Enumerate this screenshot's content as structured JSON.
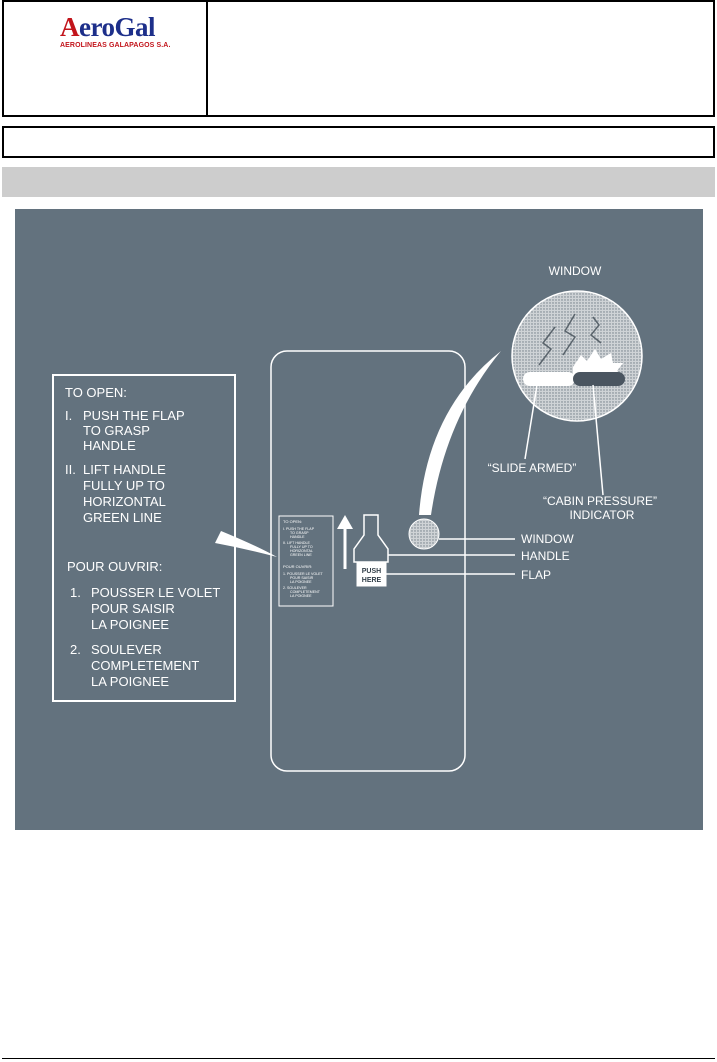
{
  "header": {
    "logo_word_a": "A",
    "logo_word_rest": "eroGal",
    "logo_subtitle": "AEROLINEAS GALAPAGOS S.A."
  },
  "colors": {
    "logo_blue": "#1d2f8a",
    "logo_red": "#c2141b",
    "panel_bg": "#63727e",
    "section_bar": "#cdcdcd"
  },
  "instructions": {
    "title_en": "TO OPEN:",
    "steps_en": [
      {
        "num": "I.",
        "lines": [
          "PUSH THE FLAP",
          "TO GRASP",
          "HANDLE"
        ]
      },
      {
        "num": "II.",
        "lines": [
          "LIFT HANDLE",
          "FULLY UP TO",
          "HORIZONTAL",
          "GREEN LINE"
        ]
      }
    ],
    "title_fr": "POUR OUVRIR:",
    "steps_fr": [
      {
        "num": "1.",
        "lines": [
          "POUSSER LE VOLET",
          "POUR SAISIR",
          "LA POIGNEE"
        ]
      },
      {
        "num": "2.",
        "lines": [
          "SOULEVER",
          "COMPLETEMENT",
          "LA POIGNEE"
        ]
      }
    ]
  },
  "placard_mini": {
    "title_en": "TO OPEN:",
    "lines_en": [
      "I. PUSH THE FLAP",
      "TO GRASP",
      "HANDLE",
      "II. LIFT HANDLE",
      "FULLY UP TO",
      "HORIZONTAL",
      "GREEN LINE"
    ],
    "title_fr": "POUR OUVRIR:",
    "lines_fr": [
      "1. POUSSER LE VOLET",
      "POUR SAISIR",
      "LA POIGNEE",
      "2. SOULEVER",
      "COMPLETEMENT",
      "LA POIGNEE"
    ]
  },
  "push_here": [
    "PUSH",
    "HERE"
  ],
  "labels": {
    "window_top": "WINDOW",
    "slide_armed": "“SLIDE ARMED”",
    "cabin_pressure_1": "“CABIN PRESSURE”",
    "cabin_pressure_2": "INDICATOR",
    "window": "WINDOW",
    "handle": "HANDLE",
    "flap": "FLAP"
  }
}
